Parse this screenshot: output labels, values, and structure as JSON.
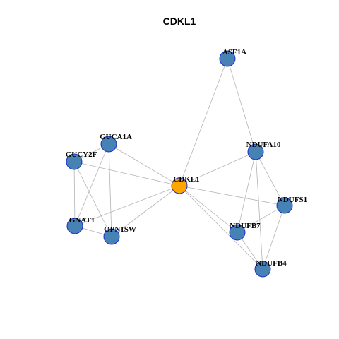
{
  "title": "CDKL1",
  "colors": {
    "hub_node": "#ffa500",
    "gene_node": "#4682b4",
    "node_border": "#1e2fc8",
    "edge": "#b4b4b4"
  },
  "nodes": [
    {
      "id": "CDKL1",
      "label": "CDKL1",
      "role": "hub"
    },
    {
      "id": "ASF1A",
      "label": "ASF1A",
      "role": "gene"
    },
    {
      "id": "GUCA1A",
      "label": "GUCA1A",
      "role": "gene"
    },
    {
      "id": "GUCY2F",
      "label": "GUCY2F",
      "role": "gene"
    },
    {
      "id": "GNAT1",
      "label": "GNAT1",
      "role": "gene"
    },
    {
      "id": "OPN1SW",
      "label": "OPN1SW",
      "role": "gene"
    },
    {
      "id": "NDUFA10",
      "label": "NDUFA10",
      "role": "gene"
    },
    {
      "id": "NDUFS1",
      "label": "NDUFS1",
      "role": "gene"
    },
    {
      "id": "NDUFB7",
      "label": "NDUFB7",
      "role": "gene"
    },
    {
      "id": "NDUFB4",
      "label": "NDUFB4",
      "role": "gene"
    }
  ],
  "edges": [
    [
      "CDKL1",
      "ASF1A"
    ],
    [
      "CDKL1",
      "GUCA1A"
    ],
    [
      "CDKL1",
      "GUCY2F"
    ],
    [
      "CDKL1",
      "GNAT1"
    ],
    [
      "CDKL1",
      "OPN1SW"
    ],
    [
      "CDKL1",
      "NDUFA10"
    ],
    [
      "CDKL1",
      "NDUFS1"
    ],
    [
      "CDKL1",
      "NDUFB7"
    ],
    [
      "CDKL1",
      "NDUFB4"
    ],
    [
      "ASF1A",
      "NDUFA10"
    ],
    [
      "GUCA1A",
      "GUCY2F"
    ],
    [
      "GUCA1A",
      "GNAT1"
    ],
    [
      "GUCA1A",
      "OPN1SW"
    ],
    [
      "GUCY2F",
      "GNAT1"
    ],
    [
      "GUCY2F",
      "OPN1SW"
    ],
    [
      "GNAT1",
      "OPN1SW"
    ],
    [
      "NDUFA10",
      "NDUFS1"
    ],
    [
      "NDUFA10",
      "NDUFB7"
    ],
    [
      "NDUFA10",
      "NDUFB4"
    ],
    [
      "NDUFS1",
      "NDUFB7"
    ],
    [
      "NDUFS1",
      "NDUFB4"
    ],
    [
      "NDUFB7",
      "NDUFB4"
    ]
  ]
}
